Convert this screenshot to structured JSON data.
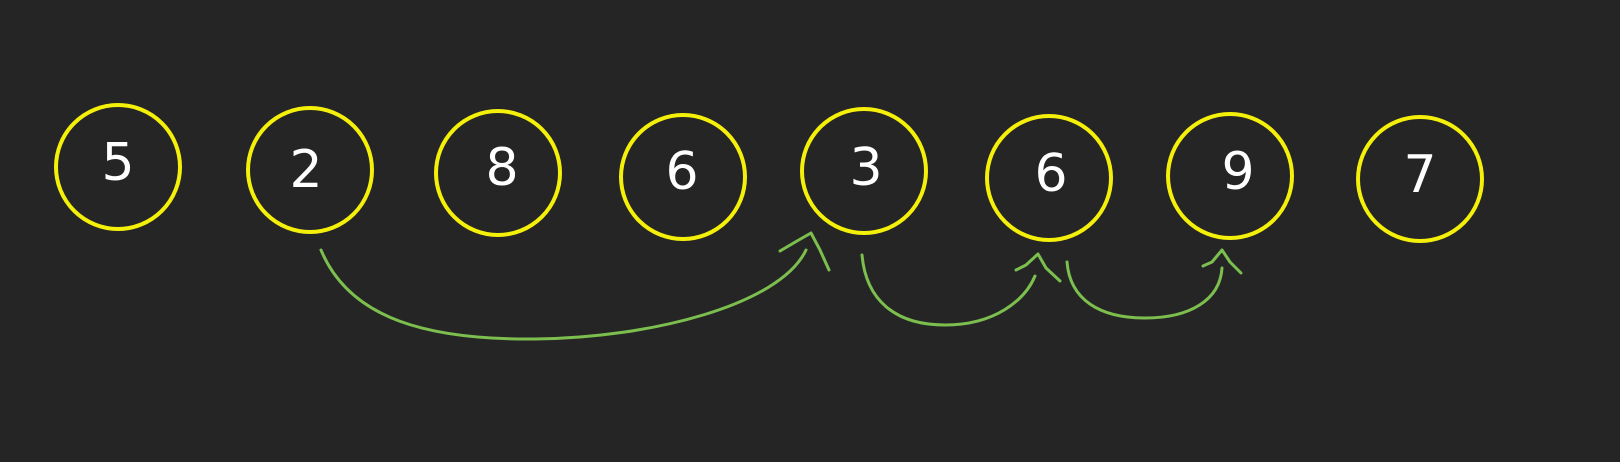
{
  "diagram": {
    "colors": {
      "background": "#252525",
      "node_border": "#f5f00a",
      "digit": "#ffffff",
      "arrow": "#7cbf4e"
    },
    "nodes": [
      {
        "label": "5"
      },
      {
        "label": "2"
      },
      {
        "label": "8"
      },
      {
        "label": "6"
      },
      {
        "label": "3"
      },
      {
        "label": "6"
      },
      {
        "label": "9"
      },
      {
        "label": "7"
      }
    ],
    "arrows": [
      {
        "from_index": 1,
        "to_index": 4
      },
      {
        "from_index": 4,
        "to_index": 5
      },
      {
        "from_index": 5,
        "to_index": 6
      }
    ]
  }
}
